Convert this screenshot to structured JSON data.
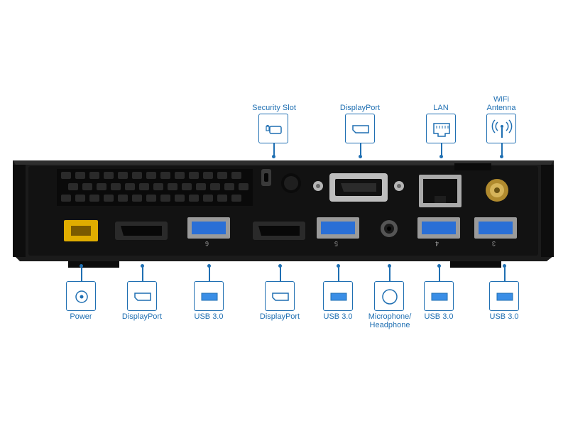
{
  "top_callouts": [
    {
      "id": "security-slot",
      "label": "Security Slot",
      "icon": "lock-icon"
    },
    {
      "id": "displayport-top",
      "label": "DisplayPort",
      "icon": "displayport-icon"
    },
    {
      "id": "lan",
      "label": "LAN",
      "icon": "ethernet-icon"
    },
    {
      "id": "wifi-antenna",
      "label": "WiFi\nAntenna",
      "icon": "wifi-antenna-icon"
    }
  ],
  "bottom_callouts": [
    {
      "id": "power",
      "label": "Power",
      "icon": "power-icon"
    },
    {
      "id": "displayport-1",
      "label": "DisplayPort",
      "icon": "displayport-icon"
    },
    {
      "id": "usb-1",
      "label": "USB 3.0",
      "icon": "usb-icon"
    },
    {
      "id": "displayport-2",
      "label": "DisplayPort",
      "icon": "displayport-icon"
    },
    {
      "id": "usb-2",
      "label": "USB 3.0",
      "icon": "usb-icon"
    },
    {
      "id": "audio",
      "label": "Microphone/\nHeadphone",
      "icon": "audio-jack-icon"
    },
    {
      "id": "usb-3",
      "label": "USB 3.0",
      "icon": "usb-icon"
    },
    {
      "id": "usb-4",
      "label": "USB 3.0",
      "icon": "usb-icon"
    }
  ],
  "port_numbers": [
    "6",
    "5",
    "4",
    "3"
  ],
  "colors": {
    "accent": "#1f6fb2",
    "chassis": "#161616",
    "usb_blue": "#2a6fd6",
    "power_yellow": "#d9a300"
  }
}
